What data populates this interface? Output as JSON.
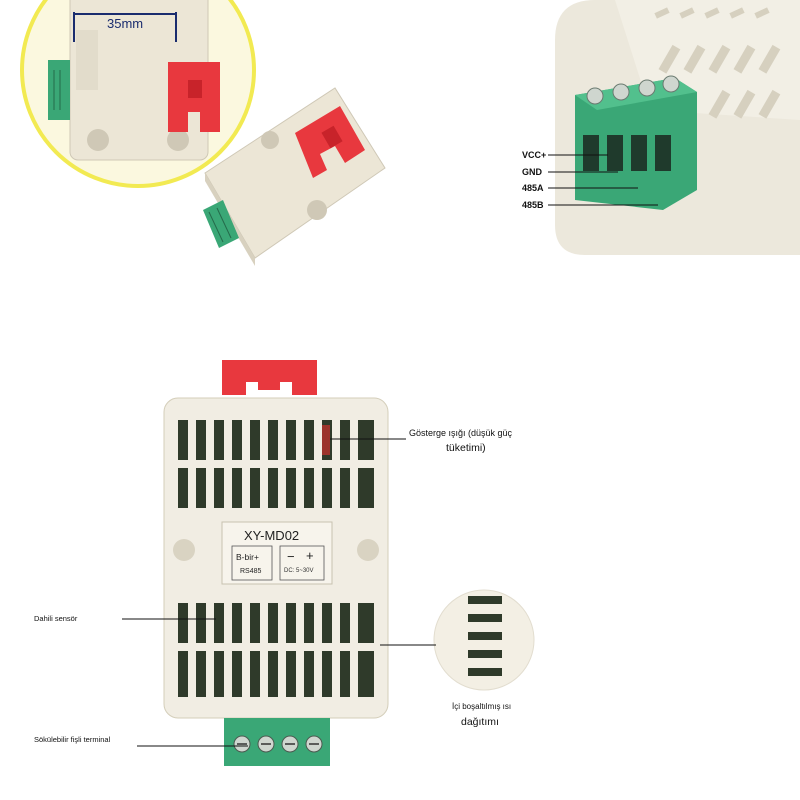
{
  "dimension": {
    "label": "35mm"
  },
  "terminal_pins": [
    "VCC+",
    "GND",
    "485A",
    "485B"
  ],
  "device": {
    "model": "XY-MD02",
    "left_box": {
      "top": "B-bir+",
      "bottom": "RS485"
    },
    "right_box": {
      "minus": "−",
      "plus": "+",
      "voltage": "DC: 5~30V"
    }
  },
  "annotations": {
    "indicator_line1": "Gösterge ışığı (düşük güç",
    "indicator_line2": "tüketimi)",
    "internal_sensor": "Dahili sensör",
    "heat_line1": "İçi boşaltılmış ısı",
    "heat_line2": "dağıtımı",
    "terminal": "Sökülebilir fişli terminal"
  },
  "colors": {
    "housing": "#eeeae0",
    "terminal_green": "#3aa776",
    "clip_red": "#e8383e",
    "highlight_yellow": "#f2ea52",
    "pcb_dark": "#2f3a2a"
  }
}
